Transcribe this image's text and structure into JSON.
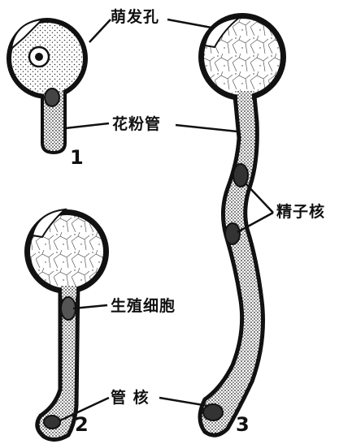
{
  "labels": {
    "germ_pore": "萌发孔",
    "pollen_tube": "花粉管",
    "sperm_nuclei": "精子核",
    "generative_cell": "生殖细胞",
    "tube_nucleus": "管 核"
  },
  "stages": [
    "1",
    "2",
    "3"
  ],
  "colors": {
    "ink": "#111111",
    "paper": "#ffffff",
    "fill": "#e9e9e9"
  }
}
